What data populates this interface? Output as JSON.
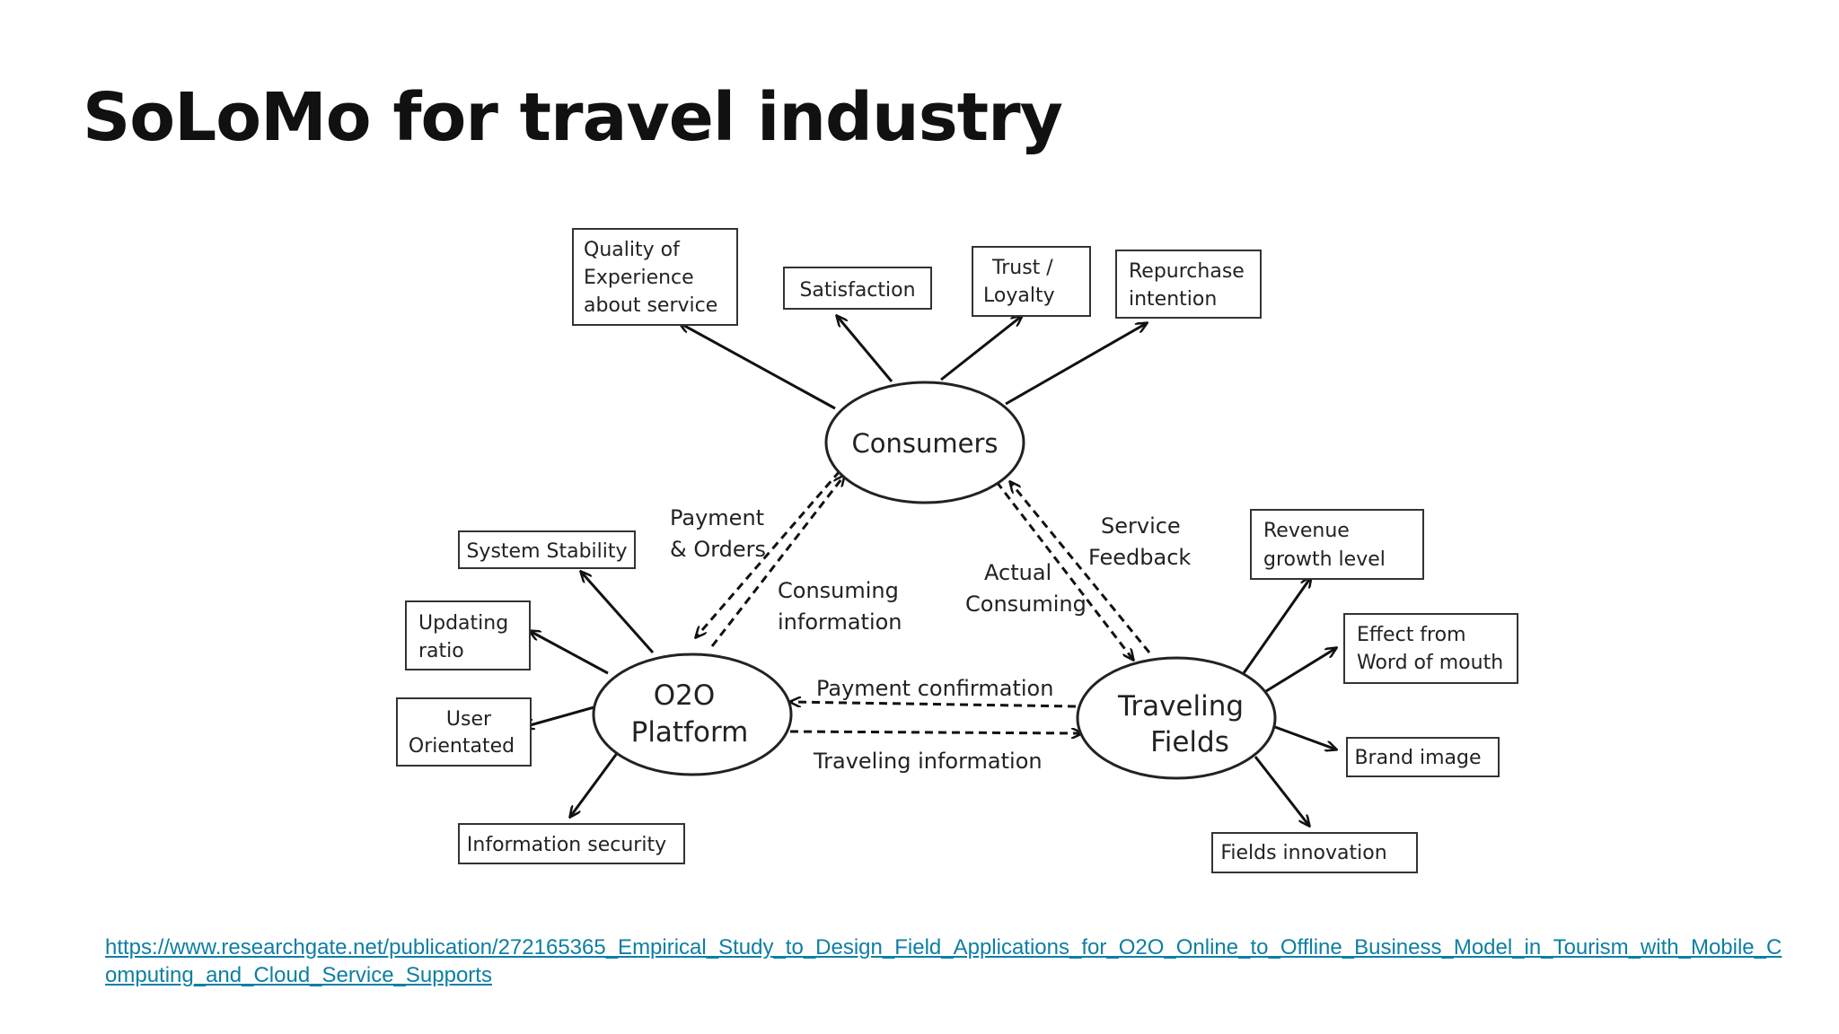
{
  "title": "SoLoMo for travel industry",
  "diagram": {
    "nodes": {
      "consumers": "Consumers",
      "o2o_line1": "O2O",
      "o2o_line2": "Platform",
      "fields_line1": "Traveling",
      "fields_line2": "Fields"
    },
    "consumer_outcomes": {
      "qoe": [
        "Quality of",
        "Experience",
        "about service"
      ],
      "satisfaction": "Satisfaction",
      "trust": [
        "Trust /",
        "Loyalty"
      ],
      "repurchase": [
        "Repurchase",
        "intention"
      ]
    },
    "platform_attributes": {
      "system_stability": "System Stability",
      "updating_ratio": [
        "Updating",
        "ratio"
      ],
      "user_orientated": [
        "User",
        "Orientated"
      ],
      "information_security": "Information security"
    },
    "field_outcomes": {
      "revenue": [
        "Revenue",
        "growth level"
      ],
      "word_of_mouth": [
        "Effect from",
        "Word of mouth"
      ],
      "brand_image": "Brand image",
      "fields_innovation": "Fields innovation"
    },
    "flows": {
      "payment_orders": [
        "Payment",
        "& Orders"
      ],
      "consuming_information": [
        "Consuming",
        "information"
      ],
      "actual_consuming": [
        "Actual",
        "Consuming"
      ],
      "service_feedback": [
        "Service",
        "Feedback"
      ],
      "payment_confirmation": "Payment confirmation",
      "traveling_information": "Traveling information"
    }
  },
  "source_url": "https://www.researchgate.net/publication/272165365_Empirical_Study_to_Design_Field_Applications_for_O2O_Online_to_Offline_Business_Model_in_Tourism_with_Mobile_Computing_and_Cloud_Service_Supports"
}
